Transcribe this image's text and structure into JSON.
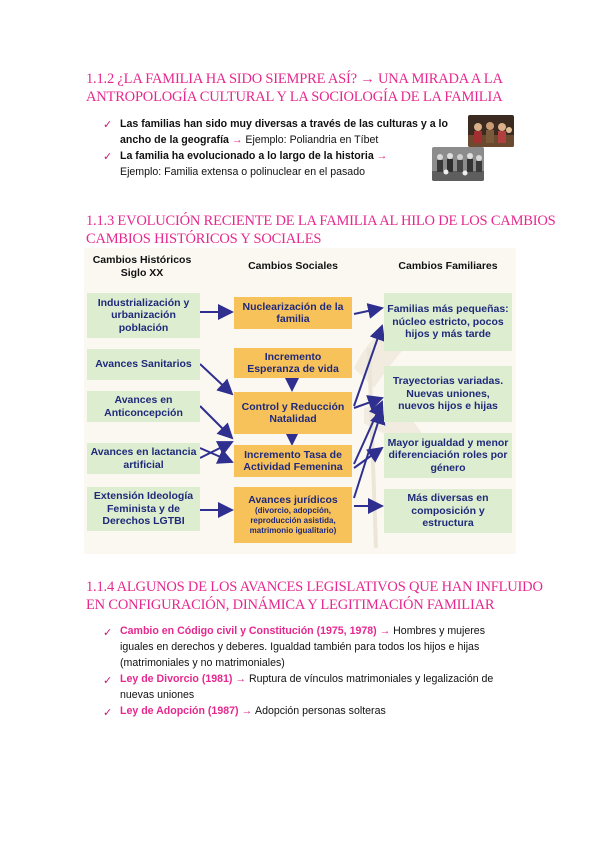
{
  "section1": {
    "heading": "1.1.2 ¿LA FAMILIA HA SIDO SIEMPRE ASÍ? → UNA MIRADA A LA ANTROPOLOGÍA CULTURAL Y LA SOCIOLOGÍA DE LA FAMILIA",
    "items": [
      {
        "bold": "Las familias han sido muy diversas a través de las culturas y a lo ancho de la geografía",
        "arrow": " → ",
        "rest": "Ejemplo: Poliandria en Tíbet"
      },
      {
        "bold": "La familia ha evolucionado a lo largo de la historia",
        "arrow": " → ",
        "rest": "Ejemplo: Familia extensa o polinuclear en el pasado"
      }
    ]
  },
  "section2": {
    "heading": "1.1.3 EVOLUCIÓN RECIENTE DE LA FAMILIA AL HILO DE LOS CAMBIOS CAMBIOS HISTÓRICOS Y SOCIALES",
    "col1_title": "Cambios Históricos Siglo XX",
    "col2_title": "Cambios Sociales",
    "col3_title": "Cambios Familiares",
    "historicos": [
      "Industrialización y urbanización población",
      "Avances Sanitarios",
      "Avances en Anticoncepción",
      "Avances en lactancia artificial",
      "Extensión Ideología Feminista y de Derechos LGTBI"
    ],
    "sociales": [
      "Nuclearización de la familia",
      "Incremento Esperanza de vida",
      "Control y Reducción Natalidad",
      "Incremento Tasa de Actividad Femenina",
      "Avances jurídicos"
    ],
    "juridicos_detalle": "(divorcio, adopción, reproducción asistida, matrimonio igualitario)",
    "familiares": [
      "Familias más pequeñas: núcleo estricto, pocos hijos y más tarde",
      "Trayectorias variadas. Nuevas uniones, nuevos hijos e hijas",
      "Mayor igualdad y menor diferenciación roles por género",
      "Más diversas en composición y estructura"
    ]
  },
  "section3": {
    "heading": "1.1.4 ALGUNOS DE LOS AVANCES LEGISLATIVOS QUE HAN INFLUIDO EN CONFIGURACIÓN, DINÁMICA Y LEGITIMACIÓN FAMILIAR",
    "items": [
      {
        "law": "Cambio en Código civil y Constitución (1975, 1978)",
        "arrow": " → ",
        "rest": "Hombres y mujeres iguales en derechos y deberes. Igualdad también para todos los hijos e hijas (matrimoniales y no matrimoniales)"
      },
      {
        "law": "Ley de Divorcio (1981)",
        "arrow": " → ",
        "rest": "Ruptura de vínculos matrimoniales y legalización de nuevas uniones"
      },
      {
        "law": "Ley de Adopción (1987)",
        "arrow": " → ",
        "rest": "Adopción personas solteras"
      }
    ]
  },
  "colors": {
    "heading": "#e6288e",
    "green_box": "#ddedd0",
    "orange_box": "#f8c25a",
    "box_text": "#1f2a7a",
    "arrow": "#2e2f8f"
  }
}
